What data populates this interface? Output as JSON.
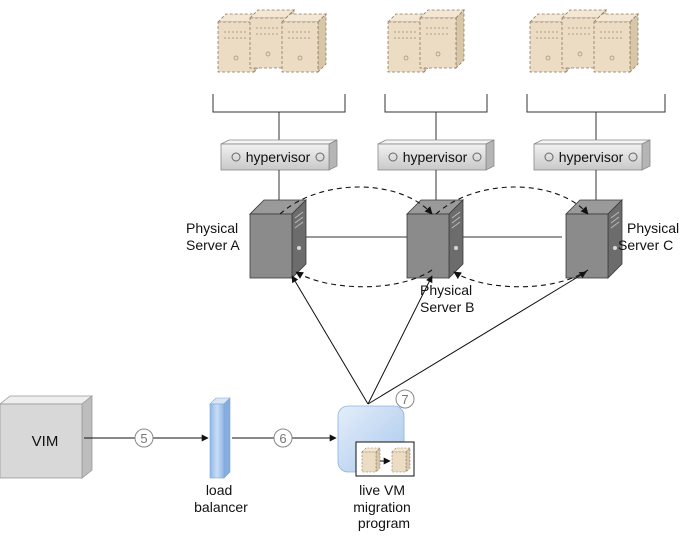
{
  "hypervisor_label": "hypervisor",
  "servers": [
    {
      "line1": "Physical",
      "line2": "Server A"
    },
    {
      "line1": "Physical",
      "line2": "Server B"
    },
    {
      "line1": "Physical",
      "line2": "Server C"
    }
  ],
  "vim_label": "VIM",
  "load_balancer": {
    "line1": "load",
    "line2": "balancer"
  },
  "migration_program": {
    "line1": "live VM",
    "line2": "migration",
    "line3": "program"
  },
  "step_numbers": {
    "step5": "5",
    "step6": "6",
    "step7": "7"
  },
  "colors": {
    "vm_fill": "#ecdcc4",
    "server_dark": "#6e6e6e",
    "server_mid": "#8a8a8a",
    "server_light": "#a9a9a9",
    "hypervisor_fill": "#e2e2e2",
    "vim_fill": "#d8d8d8",
    "balancer_fill": "#a9c9ee",
    "program_fill": "#c6dcf3"
  }
}
